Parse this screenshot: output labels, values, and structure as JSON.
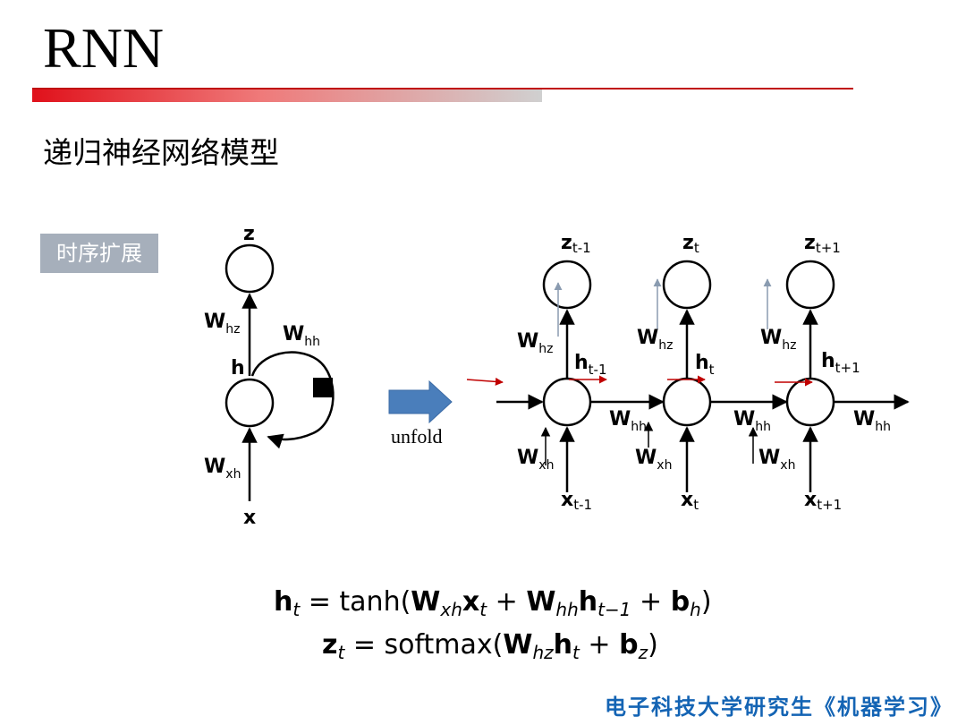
{
  "slide": {
    "title": "RNN",
    "subtitle": "递归神经网络模型",
    "tag": "时序扩展",
    "footer": "电子科技大学研究生《机器学习》"
  },
  "diagram": {
    "folded": {
      "output": {
        "main": "z",
        "sub": ""
      },
      "hidden": {
        "main": "h",
        "sub": ""
      },
      "input": {
        "main": "x",
        "sub": ""
      },
      "w_output": {
        "main": "W",
        "sub": "hz"
      },
      "w_recurrent": {
        "main": "W",
        "sub": "hh"
      },
      "w_input": {
        "main": "W",
        "sub": "xh"
      }
    },
    "unfold_label": "unfold",
    "unfolded": {
      "steps": [
        {
          "z": "t-1",
          "h": "t-1",
          "x": "t-1"
        },
        {
          "z": "t",
          "h": "t",
          "x": "t"
        },
        {
          "z": "t+1",
          "h": "t+1",
          "x": "t+1"
        }
      ],
      "w_output": {
        "main": "W",
        "sub": "hz"
      },
      "w_recurrent": {
        "main": "W",
        "sub": "hh"
      },
      "w_input": {
        "main": "W",
        "sub": "xh"
      },
      "z": "z",
      "h": "h",
      "x": "x"
    },
    "colors": {
      "line": "#000000",
      "red_arrow": "#c00000",
      "gray_arrow": "#8a9bb0",
      "unfold_arrow": "#4a7ebb"
    }
  },
  "equations": {
    "line1": "ht = tanh(Wxhxt + Whhht−1 + bh)",
    "line2": "zt = softmax(Whzht + bz)"
  }
}
